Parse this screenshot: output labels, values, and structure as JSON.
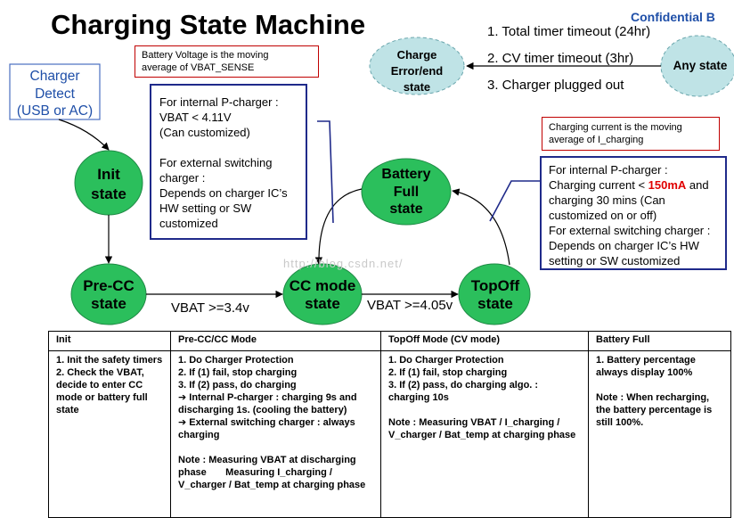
{
  "title": "Charging State Machine",
  "confidential": "Confidential B",
  "states": {
    "charger_detect": [
      "Charger",
      "Detect",
      "(USB or AC)"
    ],
    "init": [
      "Init",
      "state"
    ],
    "pre_cc": [
      "Pre-CC",
      "state"
    ],
    "cc_mode": [
      "CC mode",
      "state"
    ],
    "topoff": [
      "TopOff",
      "state"
    ],
    "battery_full": [
      "Battery",
      "Full",
      "state"
    ],
    "charge_error": [
      "Charge",
      "Error/end",
      "state"
    ],
    "any_state": "Any state"
  },
  "transitions": {
    "pre_to_cc": "VBAT >=3.4v",
    "cc_to_topoff": "VBAT >=4.05v",
    "error_triggers": [
      "1. Total timer timeout (24hr)",
      "2. CV timer timeout (3hr)",
      "3. Charger plugged out"
    ]
  },
  "notes": {
    "vbat_sense": [
      "Battery Voltage is the moving",
      "average of VBAT_SENSE"
    ],
    "i_charging": [
      "Charging current is the moving",
      "average of I_charging"
    ],
    "cc_condition": [
      "For internal P-charger :",
      "VBAT < 4.11V",
      "(Can customized)",
      "",
      "For external switching",
      "charger :",
      "Depends on charger IC’s",
      "HW setting or SW",
      "customized"
    ],
    "topoff_condition": {
      "line1": "For internal P-charger :",
      "line2_prefix": "Charging current < ",
      "line2_highlight": "150mA",
      "line2_suffix": " and",
      "rest": [
        "charging 30 mins (Can",
        "customized on or off)",
        "For external switching charger :",
        "Depends on charger IC’s HW",
        "setting or SW customized"
      ]
    }
  },
  "table": {
    "headers": [
      "Init",
      "Pre-CC/CC Mode",
      "TopOff Mode (CV mode)",
      "Battery Full"
    ],
    "columns": [
      [
        "1. Init the safety timers",
        "2. Check the VBAT, decide to enter CC mode or battery full state"
      ],
      [
        "1. Do Charger Protection",
        "2. If (1) fail, stop charging",
        "3. If (2) pass, do charging",
        "➔ Internal P-charger : charging 9s and discharging 1s. (cooling the battery)",
        "➔ External switching charger : always charging",
        "",
        "Note : Measuring VBAT at discharging phase       Measuring I_charging / V_charger / Bat_temp at charging phase"
      ],
      [
        "1. Do Charger Protection",
        "2. If (1) fail, stop charging",
        "3. If (2) pass, do charging algo. : charging 10s",
        "",
        "Note : Measuring VBAT / I_charging / V_charger / Bat_temp at charging phase"
      ],
      [
        "1. Battery percentage always display 100%",
        "",
        "Note : When recharging, the battery percentage is still 100%."
      ]
    ]
  },
  "watermark": "http://blog.csdn.net/",
  "colors": {
    "state_fill": "#2bbf5c",
    "error_fill": "#bfe3e6",
    "any_fill": "#bfe3e6",
    "box_border": "#1f2a8a",
    "note_border": "#c00000",
    "detect_border": "#4a6fc0",
    "title_blue": "#1f4fa8",
    "highlight_red": "#e00000"
  }
}
